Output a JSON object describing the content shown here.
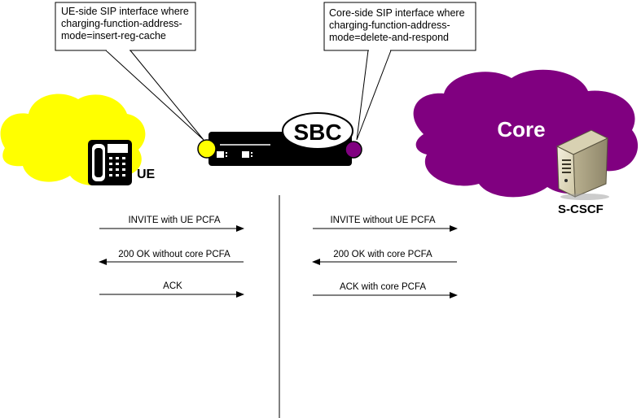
{
  "colors": {
    "ue_cloud": "#FFFF00",
    "core_cloud": "#800080",
    "sbc_body": "#000000",
    "ue_port": "#FFFF00",
    "core_port": "#800080",
    "server_body": "#E8E2C9"
  },
  "callouts": {
    "ue_side": {
      "lines": [
        "UE-side SIP interface where",
        "charging-function-address-",
        "mode=insert-reg-cache"
      ]
    },
    "core_side": {
      "lines": [
        "Core-side SIP interface where",
        "charging-function-address-",
        "mode=delete-and-respond"
      ]
    }
  },
  "labels": {
    "sbc": "SBC",
    "core": "Core",
    "ue": "UE",
    "scscf": "S-CSCF"
  },
  "icons": {
    "ue_device": "desk-phone-icon",
    "scscf_device": "server-icon"
  },
  "messages": {
    "left": [
      {
        "label": "INVITE with UE PCFA",
        "direction": "right"
      },
      {
        "label": "200 OK without core PCFA",
        "direction": "left"
      },
      {
        "label": "ACK",
        "direction": "right"
      }
    ],
    "right": [
      {
        "label": "INVITE without UE PCFA",
        "direction": "right"
      },
      {
        "label": "200 OK with core PCFA",
        "direction": "left"
      },
      {
        "label": "ACK with core PCFA",
        "direction": "right"
      }
    ]
  }
}
